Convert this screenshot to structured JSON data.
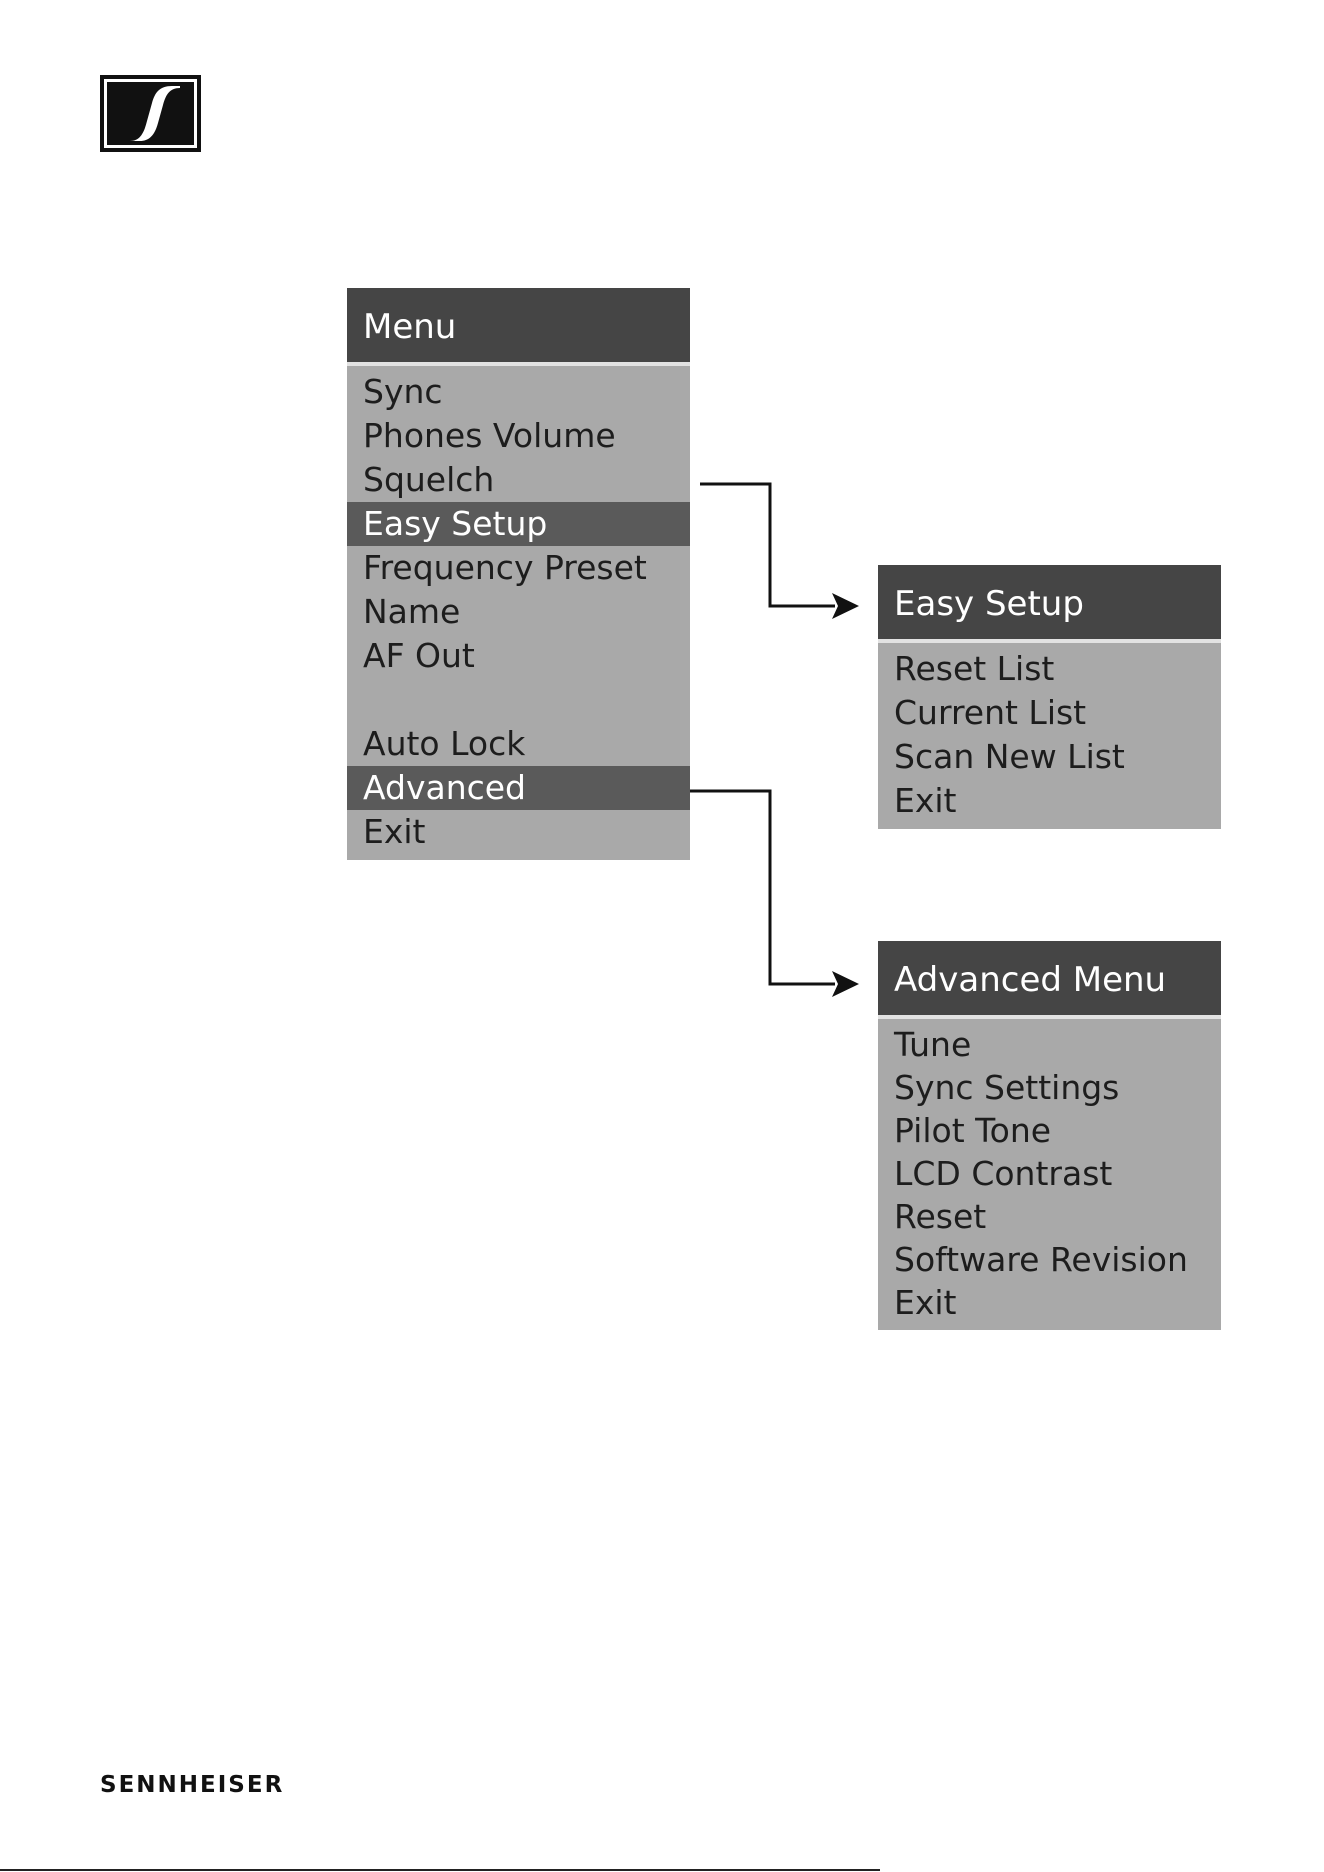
{
  "colors": {
    "header_bg": "#454545",
    "panel_bg": "#a9a9a9",
    "selected_bg": "#5a5a5a",
    "line": "#111111"
  },
  "brand": {
    "wordmark": "SENNHEISER",
    "logo_icon": "sennheiser-s-logo"
  },
  "main_menu": {
    "title": "Menu",
    "items": [
      "Sync",
      "Phones Volume",
      "Squelch",
      "Easy Setup",
      "Frequency Preset",
      "Name",
      "AF Out",
      "",
      "Auto Lock",
      "Advanced",
      "Exit"
    ],
    "selected": [
      "Easy Setup",
      "Advanced"
    ]
  },
  "easy_setup_menu": {
    "title": "Easy Setup",
    "items": [
      "Reset List",
      "Current List",
      "Scan New List",
      "Exit"
    ]
  },
  "advanced_menu": {
    "title": "Advanced Menu",
    "items": [
      "Tune",
      "Sync Settings",
      "Pilot Tone",
      "LCD Contrast",
      "Reset",
      "Software Revision",
      "Exit"
    ]
  }
}
